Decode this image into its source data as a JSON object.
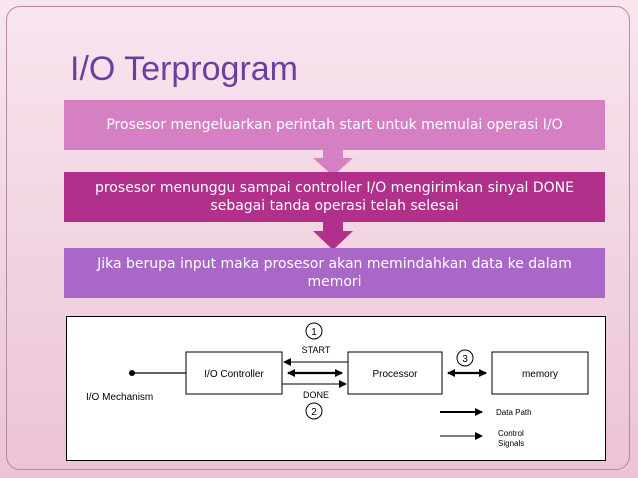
{
  "title": "I/O Terprogram",
  "steps": [
    {
      "text": "Prosesor mengeluarkan perintah start untuk memulai operasi I/O"
    },
    {
      "text": "prosesor menunggu sampai controller I/O mengirimkan sinyal DONE sebagai tanda operasi telah selesai"
    },
    {
      "text": "Jika berupa input maka prosesor akan memindahkan data ke dalam memori"
    }
  ],
  "colors": {
    "band1": "#d680c4",
    "band2": "#b0308c",
    "band3": "#a968c8",
    "title": "#6b3fa0"
  },
  "diagram": {
    "io_controller": "I/O Controller",
    "processor": "Processor",
    "memory": "memory",
    "io_mechanism": "I/O Mechanism",
    "start": "START",
    "done": "DONE",
    "marker1": "1",
    "marker2": "2",
    "marker3": "3",
    "legend_data": "Data Path",
    "legend_control_1": "Control",
    "legend_control_2": "Signals"
  }
}
